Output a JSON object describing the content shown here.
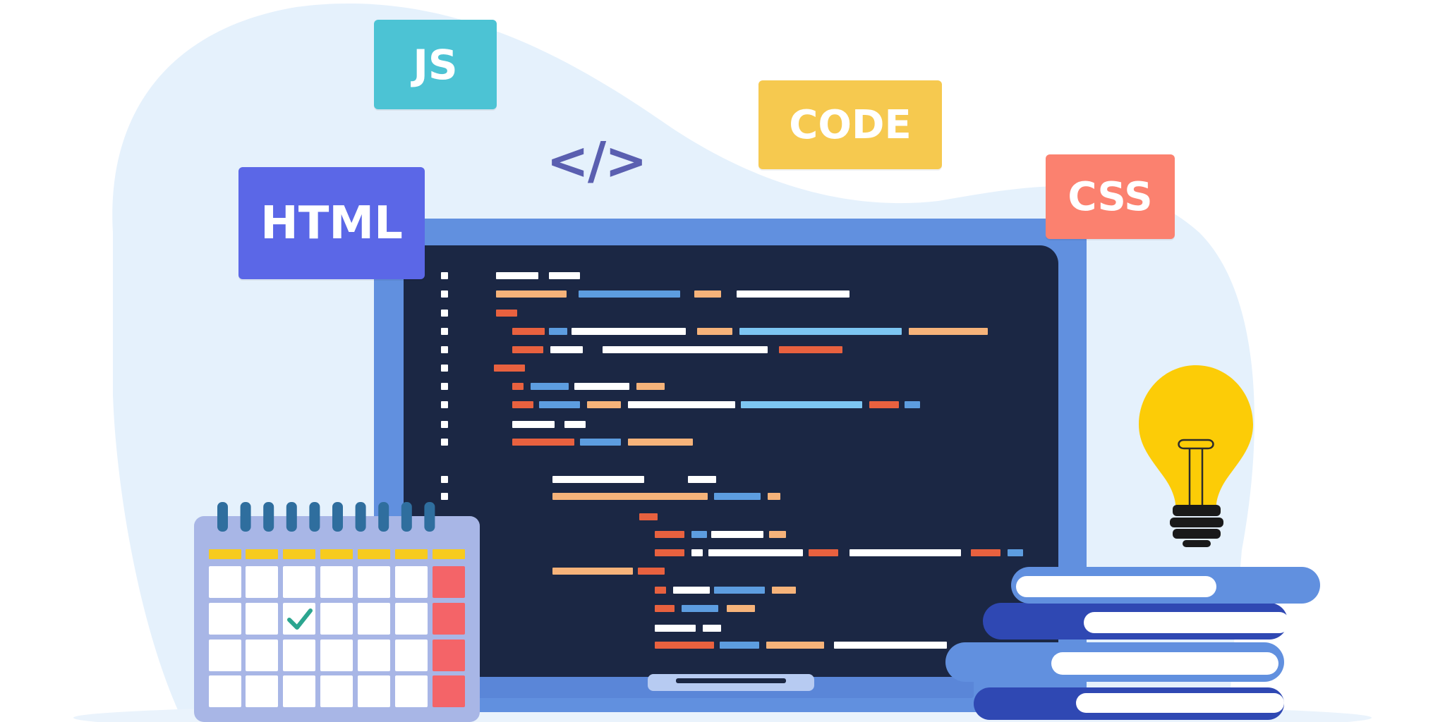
{
  "labels": {
    "js": "JS",
    "code": "CODE",
    "html": "HTML",
    "css": "CSS",
    "code_symbol": "</>"
  },
  "colors": {
    "background_blob": "#e5f1fc",
    "laptop_frame": "#6190df",
    "screen": "#1b2744",
    "tag_js": "#4cc3d4",
    "tag_code": "#f6c94f",
    "tag_html": "#5b67e7",
    "tag_css": "#fb816f",
    "code_white": "#ffffff",
    "code_orange": "#f6b37a",
    "code_red": "#e8613f",
    "code_blue": "#5d9de0",
    "code_lightblue": "#7dc6f2",
    "bulb": "#fccc07",
    "book_dark": "#2f48b3",
    "book_light": "#6190df",
    "calendar_frame": "#a8b6e6",
    "calendar_yellow": "#f7cb1e",
    "calendar_red": "#f46468",
    "calendar_ring": "#2f6e9e",
    "check": "#2ba58f"
  },
  "icons": [
    "laptop-icon",
    "calendar-icon",
    "checkmark-icon",
    "lightbulb-icon",
    "books-icon",
    "code-brackets-icon"
  ]
}
